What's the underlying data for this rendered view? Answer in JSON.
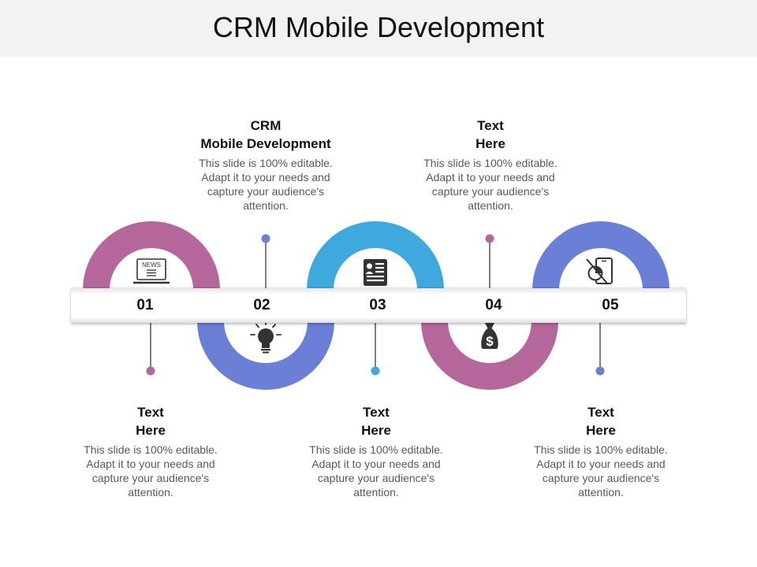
{
  "title": "CRM Mobile Development",
  "colors": {
    "magenta": "#b5679b",
    "blue": "#3fa9dd",
    "periwinkle": "#6b7fd7"
  },
  "steps": [
    {
      "number": "01",
      "heading_line1": "Text",
      "heading_line2": "Here",
      "description": "This slide is 100% editable. Adapt it to your needs and capture your audience's attention.",
      "icon": "news-laptop-icon",
      "color": "#b5679b"
    },
    {
      "number": "02",
      "heading_line1": "CRM",
      "heading_line2": "Mobile Development",
      "description": "This slide is 100% editable. Adapt it to your needs and capture your audience's attention.",
      "icon": "lightbulb-icon",
      "color": "#6b7fd7"
    },
    {
      "number": "03",
      "heading_line1": "Text",
      "heading_line2": "Here",
      "description": "This slide is 100% editable. Adapt it to your needs and capture your audience's attention.",
      "icon": "id-card-icon",
      "color": "#3fa9dd"
    },
    {
      "number": "04",
      "heading_line1": "Text",
      "heading_line2": "Here",
      "description": "This slide is 100% editable. Adapt it to your needs and capture your audience's attention.",
      "icon": "money-bag-icon",
      "color": "#b5679b"
    },
    {
      "number": "05",
      "heading_line1": "Text",
      "heading_line2": "Here",
      "description": "This slide is 100% editable. Adapt it to your needs and capture your audience's attention.",
      "icon": "mobile-chart-icon",
      "color": "#6b7fd7"
    }
  ],
  "news_icon_label": "NEWS"
}
